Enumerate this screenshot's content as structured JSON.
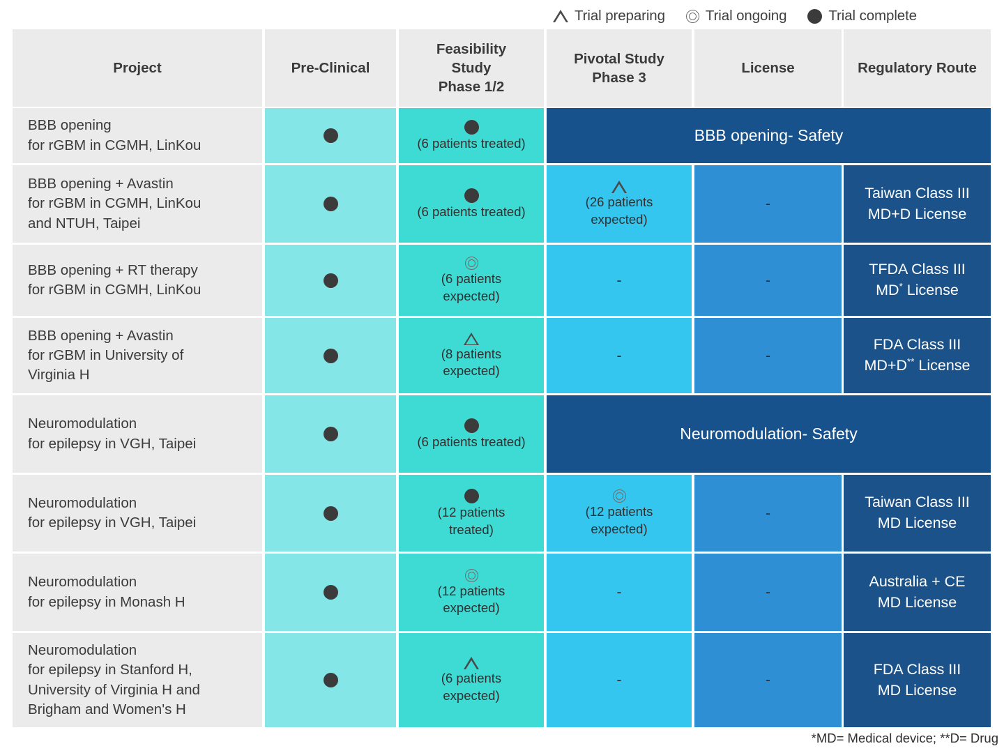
{
  "legend": {
    "items": [
      {
        "marker": "triangle-icon",
        "label": "Trial preparing"
      },
      {
        "marker": "double-circle-icon",
        "label": "Trial ongoing"
      },
      {
        "marker": "filled-circle-icon",
        "label": "Trial complete"
      }
    ]
  },
  "colors": {
    "header_bg": "#ebebeb",
    "project_bg": "#ebebeb",
    "preclinical_bg": "#84e6e6",
    "feasibility_bg": "#3ddbd4",
    "pivotal_bg": "#35c6ef",
    "license_bg": "#2e8fd4",
    "regulatory_bg": "#1a5289",
    "safety_bg": "#17528c",
    "marker_dark": "#3b3b3b",
    "text": "#3b3b3b"
  },
  "table": {
    "columns": [
      {
        "key": "project",
        "label": "Project"
      },
      {
        "key": "preclinical",
        "label": "Pre-Clinical"
      },
      {
        "key": "feasibility",
        "label": "Feasibility\nStudy\nPhase 1/2"
      },
      {
        "key": "pivotal",
        "label": "Pivotal Study\nPhase 3"
      },
      {
        "key": "license",
        "label": "License"
      },
      {
        "key": "regulatory",
        "label": "Regulatory Route"
      }
    ],
    "header_labels": {
      "project": "Project",
      "preclinical": "Pre-Clinical",
      "feasibility_l1": "Feasibility",
      "feasibility_l2": "Study",
      "feasibility_l3": "Phase 1/2",
      "pivotal_l1": "Pivotal Study",
      "pivotal_l2": "Phase 3",
      "license": "License",
      "regulatory": "Regulatory Route"
    },
    "rows": [
      {
        "project_lines": [
          "BBB opening",
          "for rGBM in CGMH, LinKou"
        ],
        "preclinical": {
          "marker": "filled-circle-icon"
        },
        "feasibility": {
          "marker": "filled-circle-icon",
          "note": "(6 patients treated)"
        },
        "merged_banner": "BBB opening- Safety"
      },
      {
        "project_lines": [
          "BBB opening + Avastin",
          "for rGBM in CGMH, LinKou",
          "and NTUH, Taipei"
        ],
        "preclinical": {
          "marker": "filled-circle-icon"
        },
        "feasibility": {
          "marker": "filled-circle-icon",
          "note": "(6 patients treated)"
        },
        "pivotal": {
          "marker": "triangle-icon",
          "note_lines": [
            "(26 patients",
            "expected)"
          ]
        },
        "license": {
          "dash": "-"
        },
        "regulatory_lines": [
          "Taiwan Class III",
          "MD+D License"
        ]
      },
      {
        "project_lines": [
          "BBB opening + RT therapy",
          "for rGBM in CGMH, LinKou"
        ],
        "preclinical": {
          "marker": "filled-circle-icon"
        },
        "feasibility": {
          "marker": "double-circle-icon",
          "note_lines": [
            "(6 patients",
            "expected)"
          ]
        },
        "pivotal": {
          "dash": "-"
        },
        "license": {
          "dash": "-"
        },
        "regulatory_lines": [
          "TFDA Class III",
          "MD* License"
        ],
        "regulatory_sup": {
          "line2_pre": "MD",
          "line2_sup": "*",
          "line2_post": " License"
        }
      },
      {
        "project_lines": [
          "BBB opening + Avastin",
          "for rGBM in University of",
          "Virginia H"
        ],
        "preclinical": {
          "marker": "filled-circle-icon"
        },
        "feasibility": {
          "marker": "triangle-icon",
          "note_lines": [
            "(8 patients",
            "expected)"
          ]
        },
        "pivotal": {
          "dash": "-"
        },
        "license": {
          "dash": "-"
        },
        "regulatory_lines": [
          "FDA Class III",
          "MD+D** License"
        ],
        "regulatory_sup": {
          "line2_pre": "MD+D",
          "line2_sup": "**",
          "line2_post": " License"
        }
      },
      {
        "project_lines": [
          "Neuromodulation",
          "for epilepsy in VGH, Taipei"
        ],
        "preclinical": {
          "marker": "filled-circle-icon"
        },
        "feasibility": {
          "marker": "filled-circle-icon",
          "note": "(6 patients treated)"
        },
        "merged_banner": "Neuromodulation- Safety"
      },
      {
        "project_lines": [
          "Neuromodulation",
          "for epilepsy in VGH, Taipei"
        ],
        "preclinical": {
          "marker": "filled-circle-icon"
        },
        "feasibility": {
          "marker": "filled-circle-icon",
          "note_lines": [
            "(12 patients",
            "treated)"
          ]
        },
        "pivotal": {
          "marker": "double-circle-icon",
          "note_lines": [
            "(12 patients",
            "expected)"
          ]
        },
        "license": {
          "dash": "-"
        },
        "regulatory_lines": [
          "Taiwan Class III",
          "MD License"
        ]
      },
      {
        "project_lines": [
          "Neuromodulation",
          "for epilepsy in Monash H"
        ],
        "preclinical": {
          "marker": "filled-circle-icon"
        },
        "feasibility": {
          "marker": "double-circle-icon",
          "note_lines": [
            "(12 patients",
            "expected)"
          ]
        },
        "pivotal": {
          "dash": "-"
        },
        "license": {
          "dash": "-"
        },
        "regulatory_lines": [
          "Australia + CE",
          "MD License"
        ]
      },
      {
        "project_lines": [
          "Neuromodulation",
          "for epilepsy in Stanford H,",
          "University of Virginia H and",
          "Brigham and Women's H"
        ],
        "preclinical": {
          "marker": "filled-circle-icon"
        },
        "feasibility": {
          "marker": "triangle-icon",
          "note_lines": [
            "(6 patients",
            "expected)"
          ]
        },
        "pivotal": {
          "dash": "-"
        },
        "license": {
          "dash": "-"
        },
        "regulatory_lines": [
          "FDA Class III",
          "MD License"
        ]
      }
    ]
  },
  "footnote": "*MD= Medical device; **D= Drug"
}
